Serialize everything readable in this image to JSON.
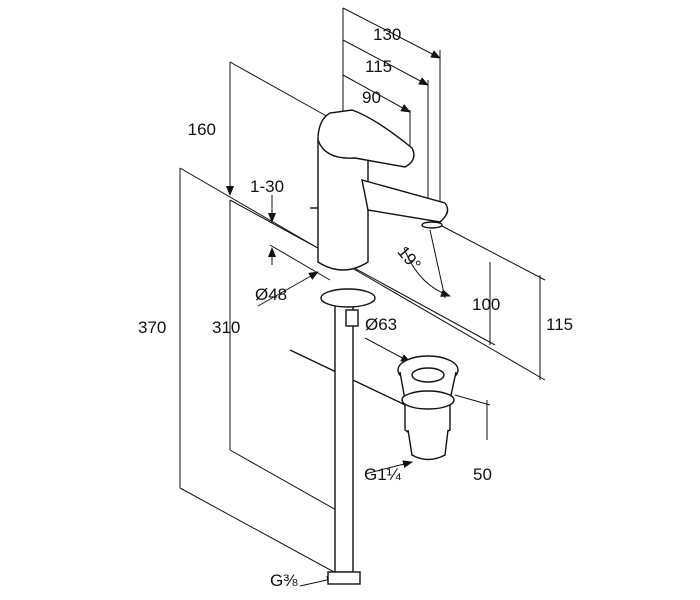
{
  "title": "Basin mixer dimension drawing",
  "dimensions": {
    "d130": "130",
    "d115_top": "115",
    "d90": "90",
    "d160": "160",
    "d1_30": "1-30",
    "angle": "19°",
    "d100": "100",
    "d115_right": "115",
    "dia48": "Ø48",
    "dia63": "Ø63",
    "d370": "370",
    "d310": "310",
    "thread_drain": "G1¼",
    "d50": "50",
    "thread_hose": "G⅜"
  }
}
